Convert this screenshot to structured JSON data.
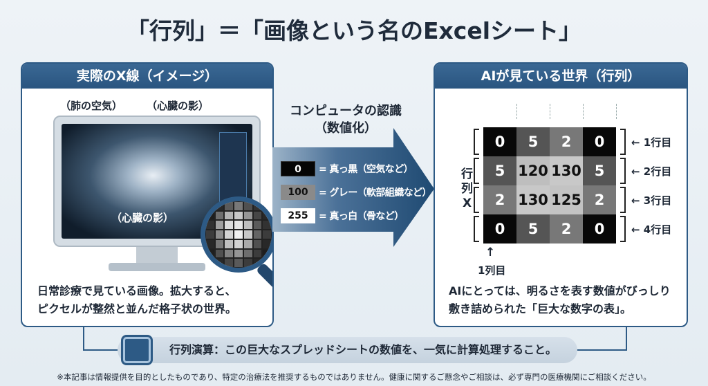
{
  "title": "「行列」＝「画像という名のExcelシート」",
  "left_panel": {
    "header": "実際のX線（イメージ）",
    "label_lung": "（肺の空気）",
    "label_heart_top": "（心臓の影）",
    "label_heart_center": "（心臓の影）",
    "caption_line1": "日常診療で見ている画像。拡大すると、",
    "caption_line2": "ピクセルが整然と並んだ格子状の世界。"
  },
  "arrow": {
    "heading_line1": "コンピュータの認識",
    "heading_line2": "（数値化）",
    "legend": [
      {
        "value": "0",
        "text": "= 真っ黒（空気など）",
        "color": "#050505"
      },
      {
        "value": "100",
        "text": "= グレー（軟部組織など）",
        "color": "#8a8a8a"
      },
      {
        "value": "255",
        "text": "= 真っ白（骨など）",
        "color": "#ffffff"
      }
    ]
  },
  "right_panel": {
    "header": "AIが見ている世界（行列）",
    "matrix_label": [
      "行",
      "列",
      "X"
    ],
    "matrix": [
      [
        0,
        5,
        2,
        0
      ],
      [
        5,
        120,
        130,
        5
      ],
      [
        2,
        130,
        125,
        2
      ],
      [
        0,
        5,
        2,
        0
      ]
    ],
    "row_labels": [
      "← 1行目",
      "← 2行目",
      "← 3行目",
      "← 4行目"
    ],
    "col_arrow": "↑",
    "col_label": "1列目",
    "caption_line1": "AIにとっては、明るさを表す数値がびっしり",
    "caption_line2": "敷き詰められた「巨大な数字の表」。"
  },
  "bottom": {
    "text": "行列演算：この巨大なスプレッドシートの数値を、一気に計算処理すること。"
  },
  "disclaimer": "※本記事は情報提供を目的としたものであり、特定の治療法を推奨するものではありません。健康に関するご懸念やご相談は、必ず専門の医療機関にご相談ください。",
  "colors": {
    "accent": "#2d5a85",
    "text": "#1f2b3b"
  }
}
